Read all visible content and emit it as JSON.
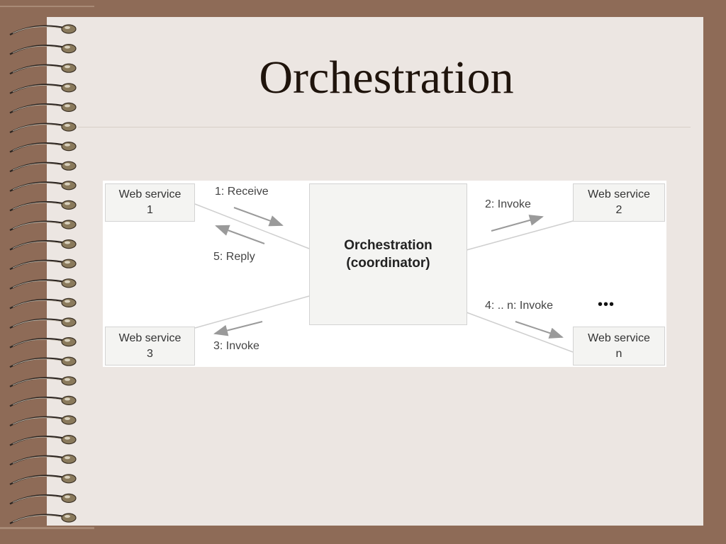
{
  "slide": {
    "title": "Orchestration"
  },
  "diagram": {
    "coordinator": {
      "line1": "Orchestration",
      "line2": "(coordinator)"
    },
    "services": [
      {
        "line1": "Web service",
        "line2": "1"
      },
      {
        "line1": "Web service",
        "line2": "2"
      },
      {
        "line1": "Web service",
        "line2": "3"
      },
      {
        "line1": "Web service",
        "line2": "n"
      }
    ],
    "steps": {
      "receive": "1: Receive",
      "invoke2": "2: Invoke",
      "invoke3": "3: Invoke",
      "invokeN": "4: .. n: Invoke",
      "reply": "5: Reply",
      "ellipsis": "•••"
    }
  },
  "colors": {
    "frame": "#8e6b57",
    "paper": "#ece6e2",
    "line": "#cfcfcf",
    "arrow": "#9a9a9a"
  }
}
